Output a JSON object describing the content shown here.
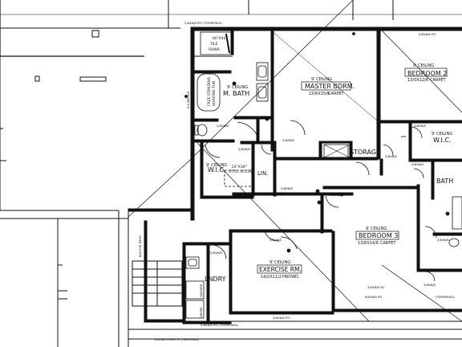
{
  "rooms": {
    "master_bath": {
      "ceiling": "9' CEILING",
      "name": "M. BATH"
    },
    "shower": {
      "size": "66\"X42\"",
      "type": "TILE",
      "label": "SHWR."
    },
    "tub": {
      "line1": "FREE STANDING",
      "line2": "SOAKING TUB"
    },
    "master_bedroom": {
      "ceiling": "9' CEILING",
      "name": "MASTER BDRM.",
      "dims": "15/6X15/6",
      "floor": "CARPET"
    },
    "bedroom_2": {
      "ceiling": "9' CEILING",
      "name": "BEDROOM 2",
      "dims": "13/0X12/6",
      "floor": "CARPET"
    },
    "storage": {
      "name": "STORAGE"
    },
    "wic_right": {
      "ceiling": "9' CEILING",
      "name": "W.I.C."
    },
    "wic_left": {
      "ceiling": "9' CEILING",
      "name": "W.I.C.",
      "attic": "24\"X36\"",
      "attic_label": "ATTIC ACCESS"
    },
    "linen": {
      "name": "LIN."
    },
    "bath": {
      "name": "BATH"
    },
    "bedroom_3": {
      "ceiling": "9' CEILING",
      "name": "BEDROOM 3",
      "dims": "13/6X14/6",
      "floor": "CARPET"
    },
    "exercise": {
      "ceiling": "9' CEILING",
      "name": "EXERCISE RM.",
      "dims": "14/2X11/2",
      "floor": "HRDWD."
    },
    "laundry": {
      "name": "LNDRY"
    }
  },
  "door_tags": {
    "d1": "2/6X6/8",
    "d2": "2/6X6/8",
    "d3": "2/6X6/8",
    "d4": "2/6X6/8",
    "d5": "2/6X6/8",
    "d6": "2/6X6/8",
    "d7": "2/6X6/8",
    "d8": "2/6X6/8",
    "d9": "2/6X6/8",
    "d10": "2/6X6/8",
    "d11": "2/6X6/8",
    "d12": "2/6X6/8"
  },
  "window_tags": {
    "w1": "2/6X6/8 PIC",
    "w2": "2/6X6/8 PIC",
    "w3": "3/0X6/8 XO",
    "w4": "2/6X6/8 PIC",
    "w5": "3/0X6/8 XO",
    "w6": "2/6X6/8 PIC",
    "w7": "3/0X6/8 XO",
    "w8": "6/0X6/8 XO",
    "w9": "(TEMPERED)",
    "w10": "2/6X6/8 PIC (TEMPERED)"
  },
  "misc": {
    "built_in_desk": "BUILT-IN DESK",
    "dryer": "DRYER",
    "washer": "WASHER",
    "closet": "6/0 BIFOLD",
    "bottom_tag": "2/6X6/8 FRENCH (TEMPERED)",
    "bottom_tag2": "2/6X6/8 PIC (TEMPERED)"
  }
}
